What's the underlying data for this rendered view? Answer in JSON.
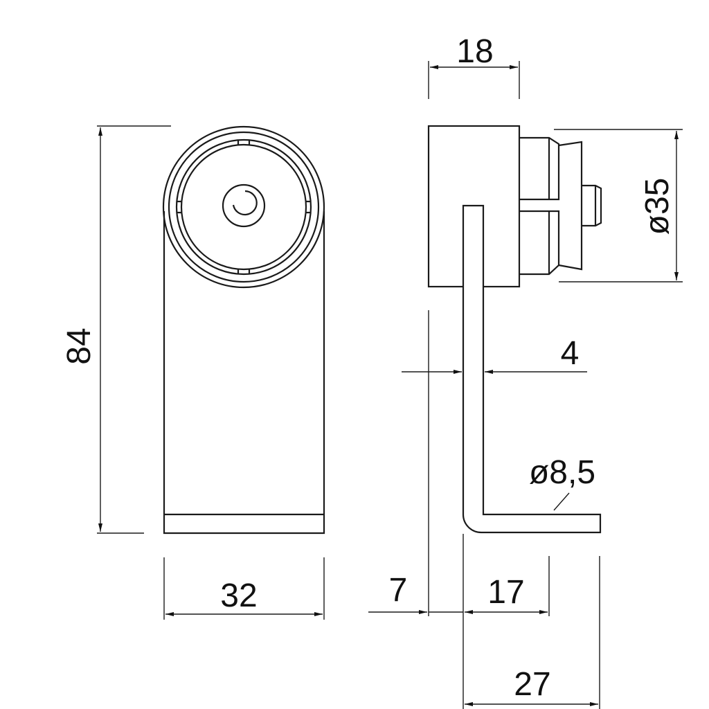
{
  "drawing": {
    "front_view": {
      "width_label": "32",
      "height_label": "84"
    },
    "side_view": {
      "top_width_label": "18",
      "roller_diameter_label": "ø35",
      "bracket_thickness_label": "4",
      "hole_diameter_label": "ø8,5",
      "offset_label": "7",
      "hole_position_label": "17",
      "foot_length_label": "27"
    }
  }
}
